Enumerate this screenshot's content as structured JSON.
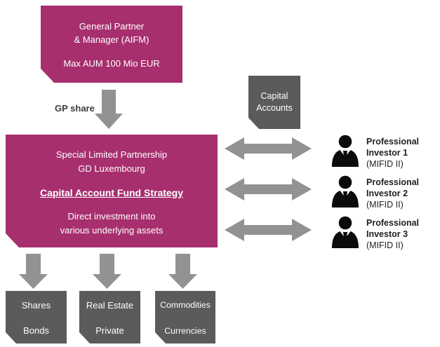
{
  "colors": {
    "magenta": "#A72F6E",
    "box_gray": "#5B5B5B",
    "arrow_gray": "#929292",
    "label_gray": "#3D3D3D",
    "icon_black": "#0B0B0B",
    "text_white": "#FFFFFF"
  },
  "top_box": {
    "line1": "General Partner",
    "line2": "& Manager (AIFM)",
    "subtitle": "Max AUM 100 Mio EUR"
  },
  "gp_share_label": "GP share",
  "main_box": {
    "line1": "Special Limited Partnership",
    "line2": "GD Luxembourg",
    "strategy": "Capital Account Fund Strategy",
    "desc1": "Direct investment into",
    "desc2": "various underlying assets"
  },
  "capital_accounts": {
    "line1": "Capital",
    "line2": "Accounts"
  },
  "investors": [
    {
      "name": "Professional Investor 1",
      "regulation": "(MIFID II)"
    },
    {
      "name": "Professional Investor 2",
      "regulation": "(MIFID II)"
    },
    {
      "name": "Professional Investor 3",
      "regulation": "(MIFID II)"
    }
  ],
  "assets": [
    {
      "line1": "Shares",
      "line2": "Bonds"
    },
    {
      "line1": "Real Estate",
      "line2": "Private"
    },
    {
      "line1": "Commodities",
      "line2": "Currencies"
    }
  ]
}
